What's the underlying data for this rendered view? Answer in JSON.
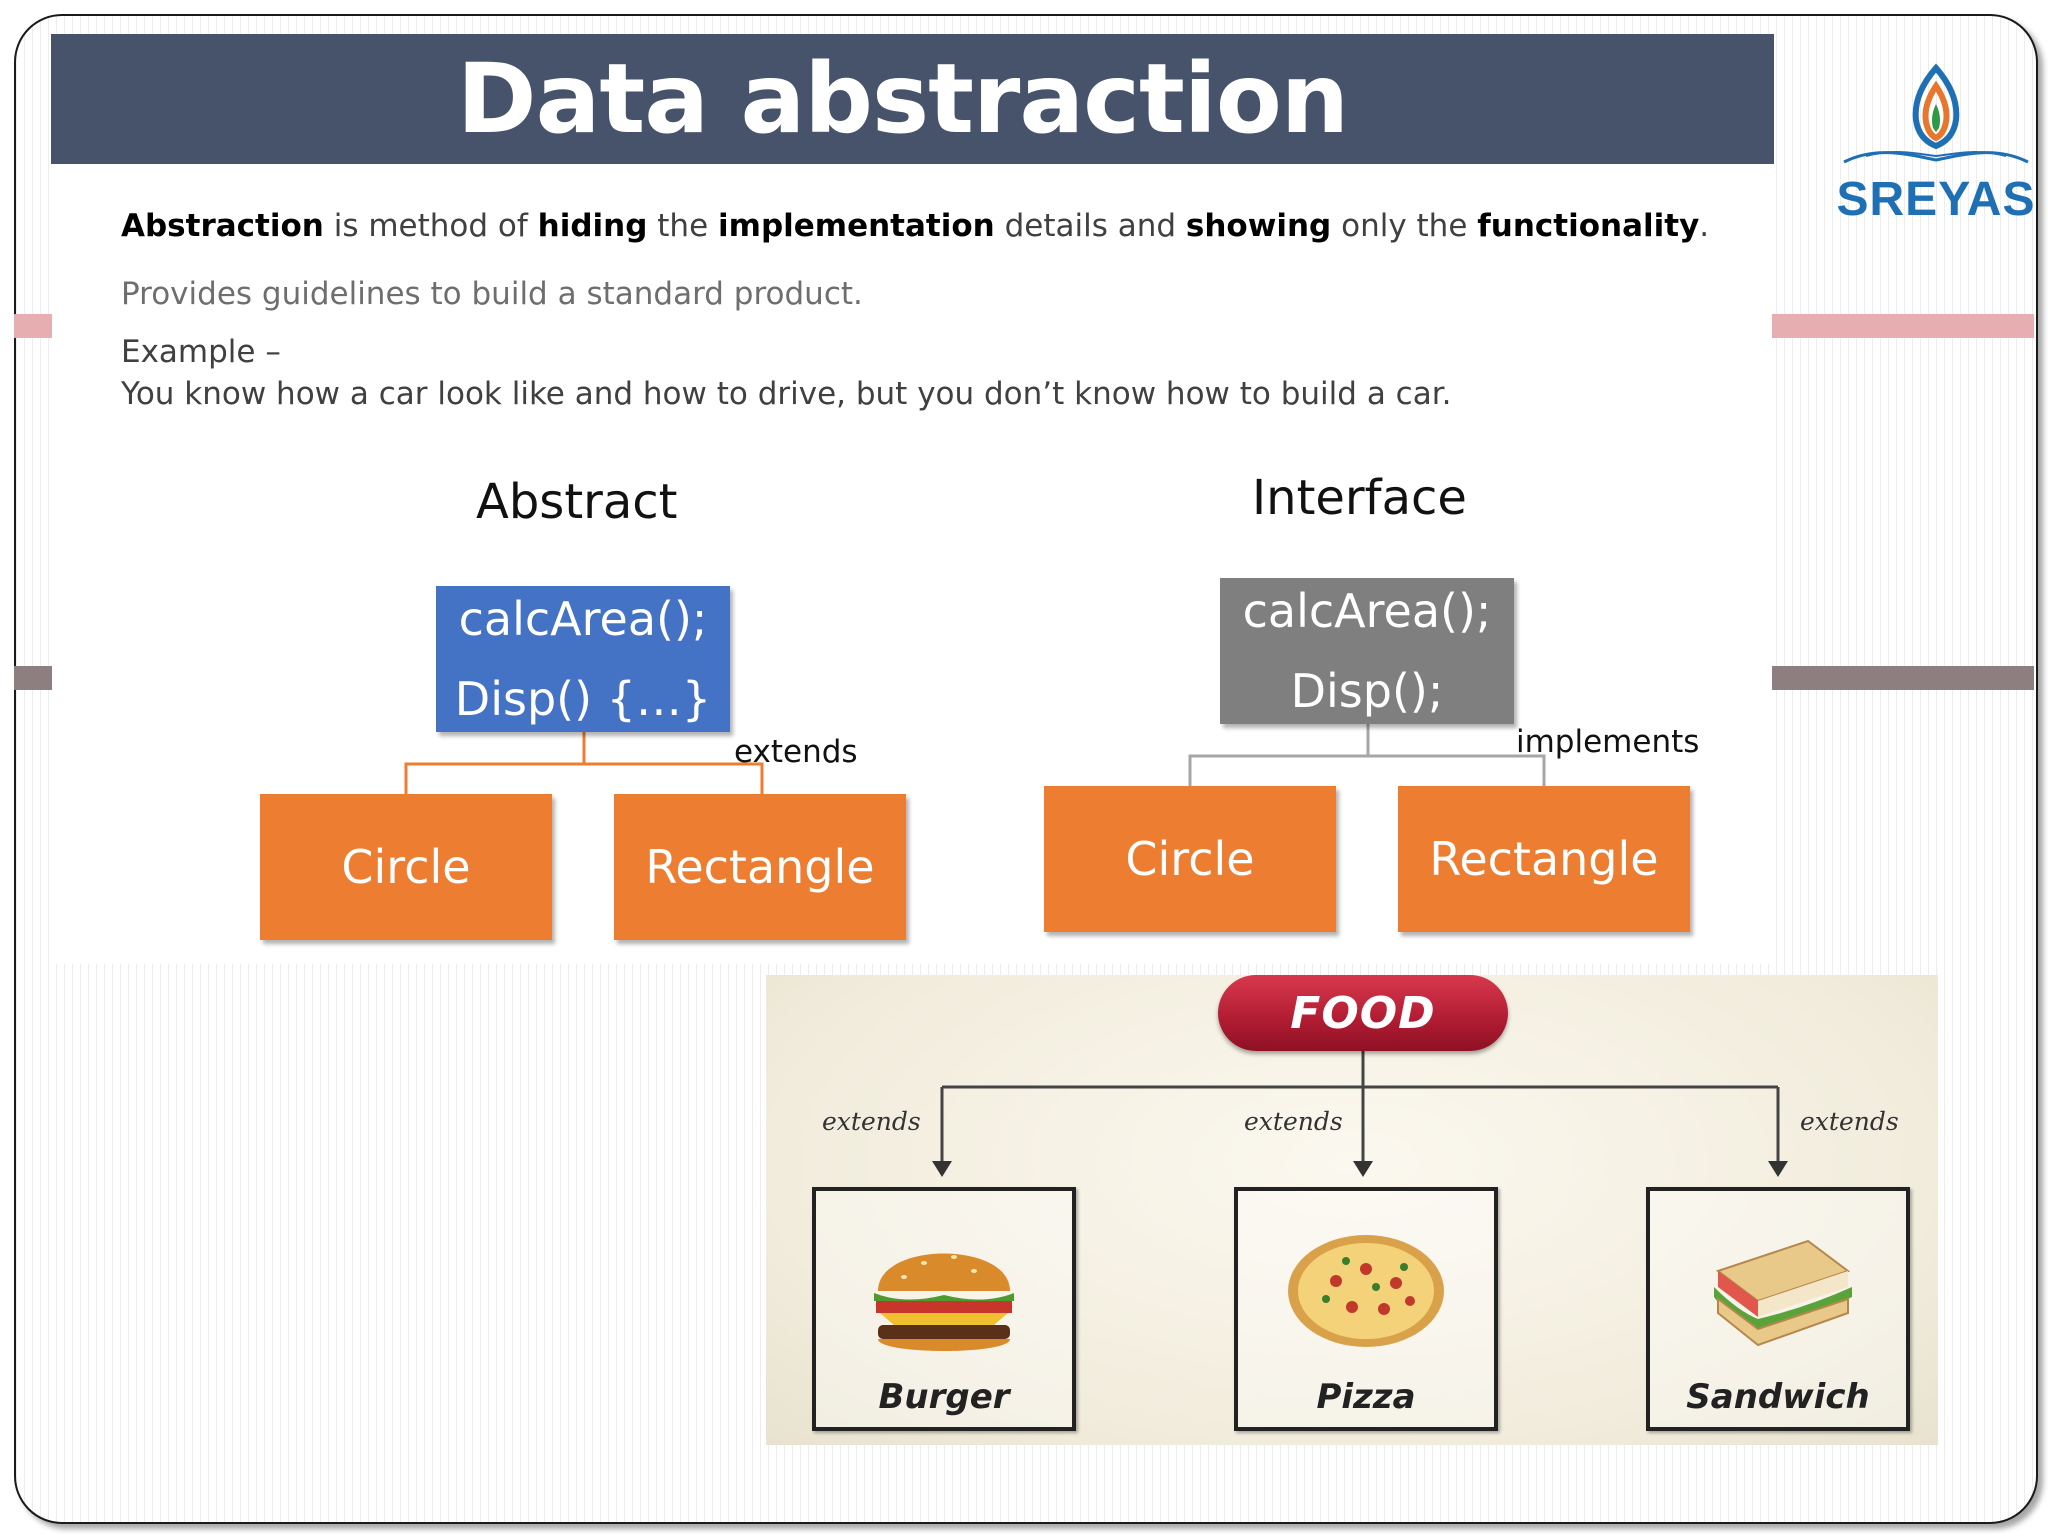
{
  "slide": {
    "title": "Data abstraction",
    "logo": {
      "name": "SREYAS",
      "icon": "flame-emblem-icon"
    },
    "definition": {
      "w1": "Abstraction",
      "w2": " is method of ",
      "w3": "hiding",
      "w4": " the ",
      "w5": "implementation",
      "w6": " details and ",
      "w7": "showing",
      "w8": " only the ",
      "w9": "functionality",
      "w10": "."
    },
    "guideline": "Provides guidelines to build a standard product.",
    "example_label": "Example –",
    "example_text": "You know how a car look like and how to drive, but you don’t know how to build a car."
  },
  "abstract_diagram": {
    "heading": "Abstract",
    "parent_line1": "calcArea();",
    "parent_line2": "Disp() {…}",
    "relation": "extends",
    "child1": "Circle",
    "child2": "Rectangle"
  },
  "interface_diagram": {
    "heading": "Interface",
    "parent_line1": "calcArea();",
    "parent_line2": "Disp();",
    "relation": "implements",
    "child1": "Circle",
    "child2": "Rectangle"
  },
  "food_diagram": {
    "parent": "FOOD",
    "relation_left": "extends",
    "relation_middle": "extends",
    "relation_right": "extends",
    "items": [
      {
        "label": "Burger",
        "icon": "burger-icon"
      },
      {
        "label": "Pizza",
        "icon": "pizza-icon"
      },
      {
        "label": "Sandwich",
        "icon": "sandwich-icon"
      }
    ]
  },
  "colors": {
    "title_bar": "#46536a",
    "abstract_box": "#4472c4",
    "interface_box": "#7f7f7f",
    "child_box": "#ed7d31",
    "food_badge": "#b01c32",
    "logo": "#1f6fb5"
  }
}
